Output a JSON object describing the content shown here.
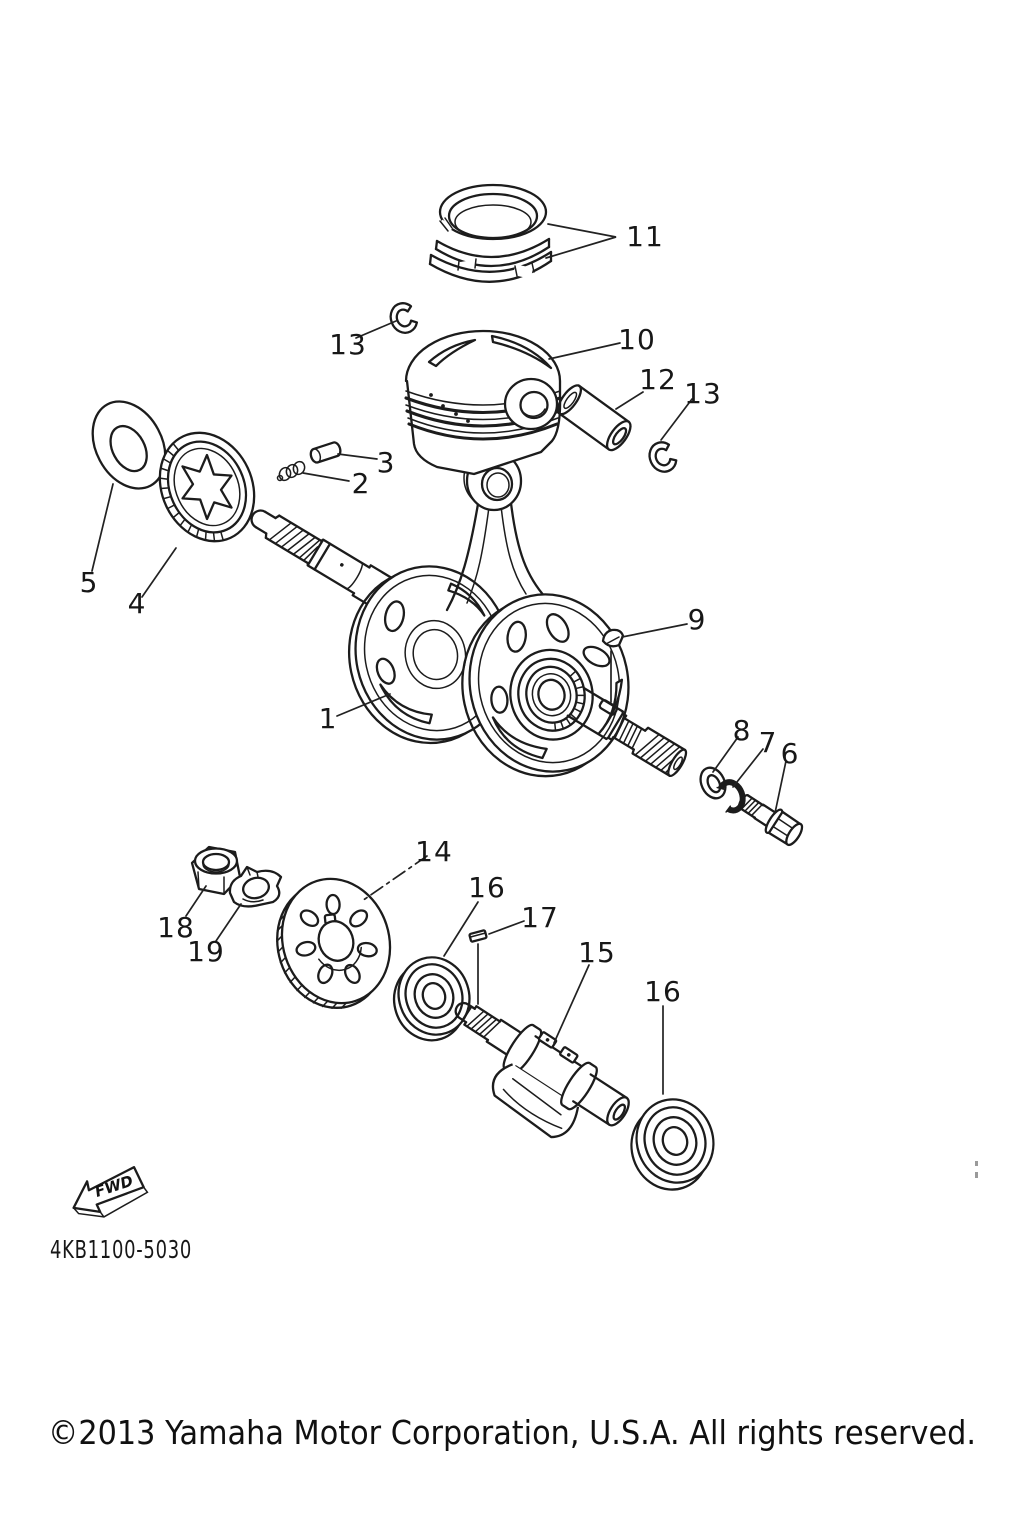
{
  "diagram": {
    "code": "4KB1100-5030",
    "fwd": "FWD",
    "copyright": "©2013 Yamaha Motor Corporation, U.S.A. All rights reserved.",
    "colors": {
      "ink": "#1c1c1c",
      "paper": "#ffffff"
    },
    "callouts": [
      {
        "ref": "1",
        "part": "crankshaft-assembly"
      },
      {
        "ref": "2",
        "part": "spring"
      },
      {
        "ref": "3",
        "part": "dowel-pin"
      },
      {
        "ref": "4",
        "part": "starter-clutch-plate"
      },
      {
        "ref": "5",
        "part": "thrust-washer"
      },
      {
        "ref": "6",
        "part": "bolt"
      },
      {
        "ref": "7",
        "part": "lock-washer"
      },
      {
        "ref": "8",
        "part": "plain-washer"
      },
      {
        "ref": "9",
        "part": "woodruff-key"
      },
      {
        "ref": "10",
        "part": "piston"
      },
      {
        "ref": "11",
        "part": "piston-ring-set"
      },
      {
        "ref": "12",
        "part": "piston-pin"
      },
      {
        "ref": "13",
        "part": "piston-circlip-left"
      },
      {
        "ref": "13",
        "part": "piston-circlip-right"
      },
      {
        "ref": "14",
        "part": "balancer-drive-gear"
      },
      {
        "ref": "15",
        "part": "balancer-shaft"
      },
      {
        "ref": "16",
        "part": "bearing-left"
      },
      {
        "ref": "16",
        "part": "bearing-right"
      },
      {
        "ref": "17",
        "part": "straight-key"
      },
      {
        "ref": "18",
        "part": "nut"
      },
      {
        "ref": "19",
        "part": "balancer-lock-washer"
      }
    ]
  }
}
